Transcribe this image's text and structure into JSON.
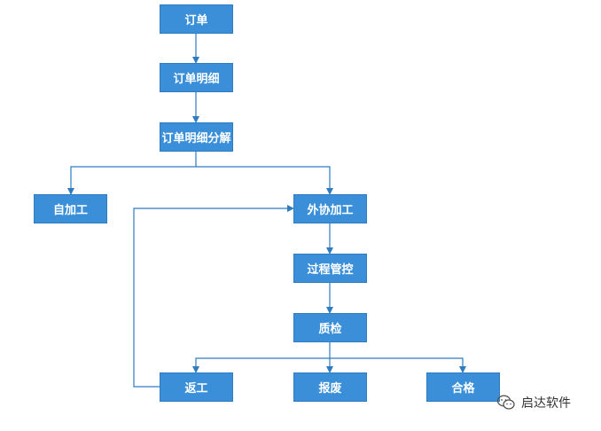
{
  "nodes": {
    "order": "订单",
    "order_detail": "订单明细",
    "order_detail_split": "订单明细分解",
    "self_processing": "自加工",
    "outsourced_processing": "外协加工",
    "process_control": "过程管控",
    "quality_inspection": "质检",
    "rework": "返工",
    "scrap": "报废",
    "qualified": "合格"
  },
  "watermark": {
    "text": "启达软件",
    "icon": "wechat-icon"
  },
  "colors": {
    "node_fill": "#3a8fd8",
    "connector": "#2f7cc0"
  }
}
